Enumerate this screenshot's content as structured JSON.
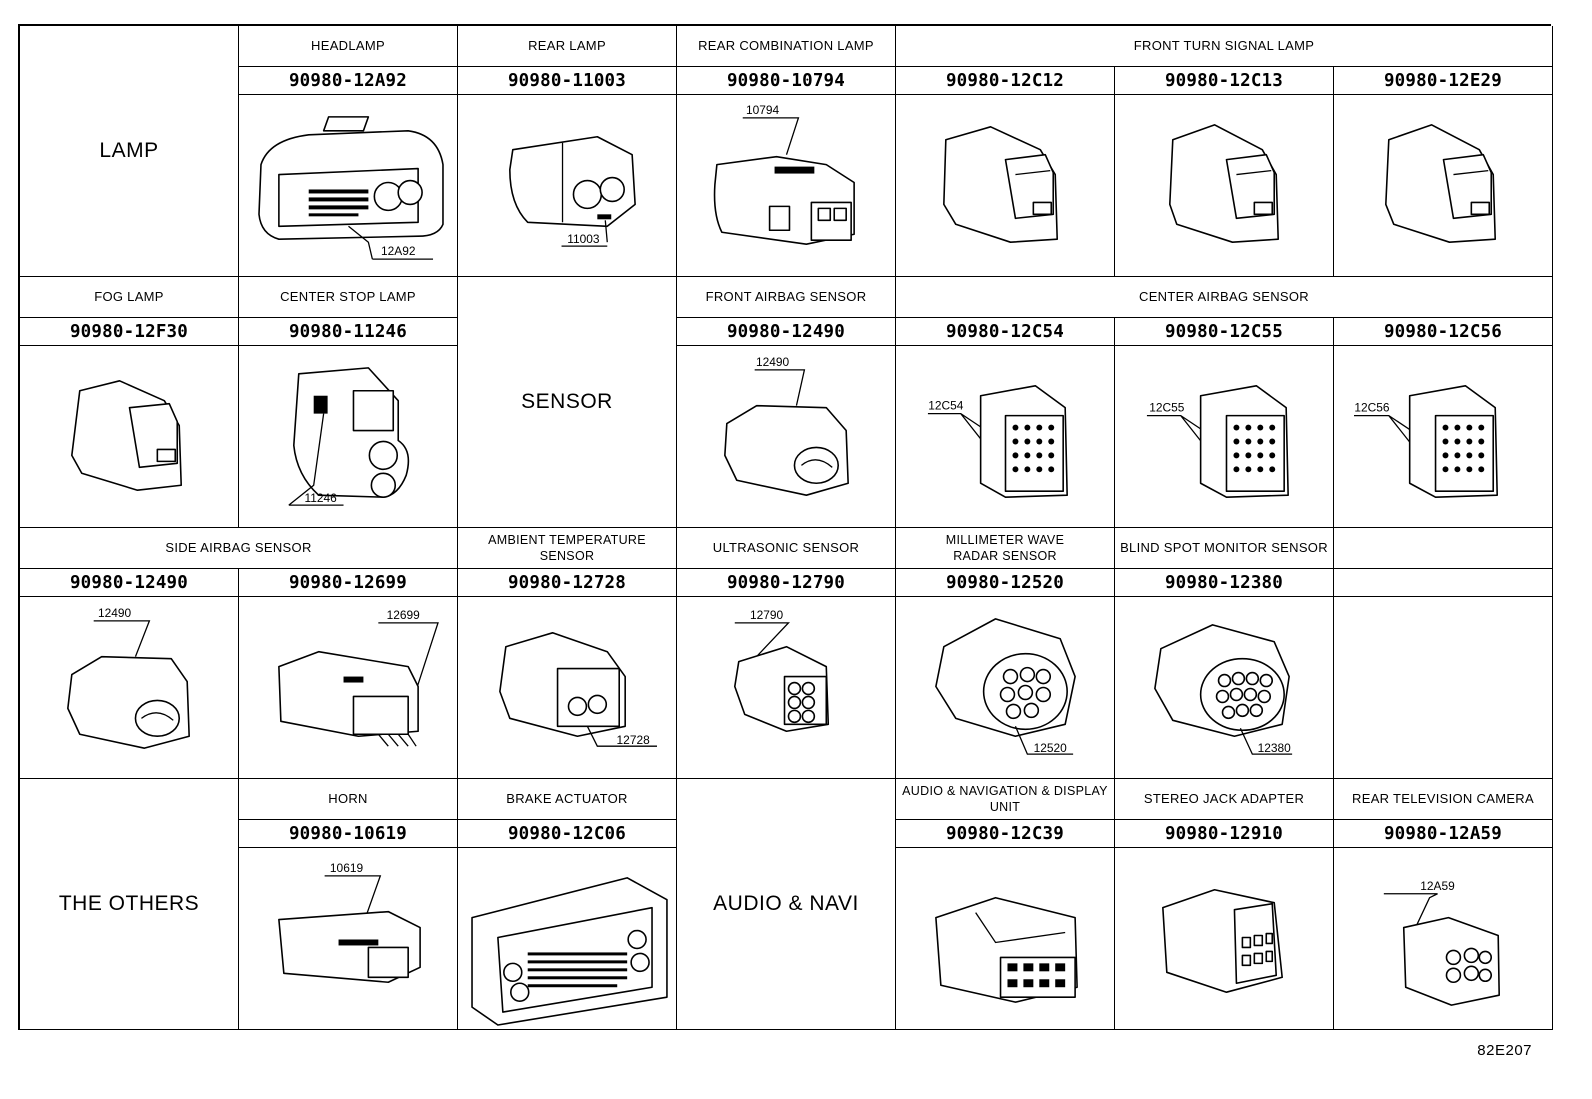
{
  "row1": {
    "group": "LAMP",
    "headers": {
      "headlamp": "HEADLAMP",
      "rear_lamp": "REAR LAMP",
      "rear_combination_lamp": "REAR COMBINATION LAMP",
      "front_turn_signal_lamp": "FRONT TURN SIGNAL LAMP"
    },
    "parts": [
      "90980-12A92",
      "90980-11003",
      "90980-10794",
      "90980-12C12",
      "90980-12C13",
      "90980-12E29"
    ],
    "callouts": [
      "12A92",
      "11003",
      "10794"
    ]
  },
  "row2": {
    "headers": {
      "fog_lamp": "FOG LAMP",
      "center_stop_lamp": "CENTER STOP LAMP",
      "front_airbag_sensor": "FRONT AIRBAG SENSOR",
      "center_airbag_sensor": "CENTER AIRBAG SENSOR"
    },
    "group": "SENSOR",
    "parts": [
      "90980-12F30",
      "90980-11246",
      "90980-12490",
      "90980-12C54",
      "90980-12C55",
      "90980-12C56"
    ],
    "callouts": [
      "11246",
      "12490",
      "12C54",
      "12C55",
      "12C56"
    ]
  },
  "row3": {
    "headers": {
      "side_airbag_sensor": "SIDE AIRBAG SENSOR",
      "ambient_temperature_sensor": "AMBIENT TEMPERATURE SENSOR",
      "ultrasonic_sensor": "ULTRASONIC SENSOR",
      "millimeter_wave_radar_sensor": "MILLIMETER WAVE RADAR SENSOR",
      "blind_spot_monitor_sensor": "BLIND SPOT MONITOR SENSOR"
    },
    "parts": [
      "90980-12490",
      "90980-12699",
      "90980-12728",
      "90980-12790",
      "90980-12520",
      "90980-12380"
    ],
    "callouts": [
      "12490",
      "12699",
      "12728",
      "12790",
      "12520",
      "12380"
    ]
  },
  "row4": {
    "group": "THE OTHERS",
    "group2": "AUDIO & NAVI",
    "headers": {
      "horn": "HORN",
      "brake_actuator": "BRAKE ACTUATOR",
      "audio_navigation_display_unit": "AUDIO & NAVIGATION & DISPLAY UNIT",
      "stereo_jack_adapter": "STEREO JACK ADAPTER",
      "rear_television_camera": "REAR TELEVISION CAMERA"
    },
    "parts": [
      "90980-10619",
      "90980-12C06",
      "90980-12C39",
      "90980-12910",
      "90980-12A59"
    ],
    "callouts": [
      "10619",
      "12A59"
    ]
  },
  "figure_code": "82E207"
}
